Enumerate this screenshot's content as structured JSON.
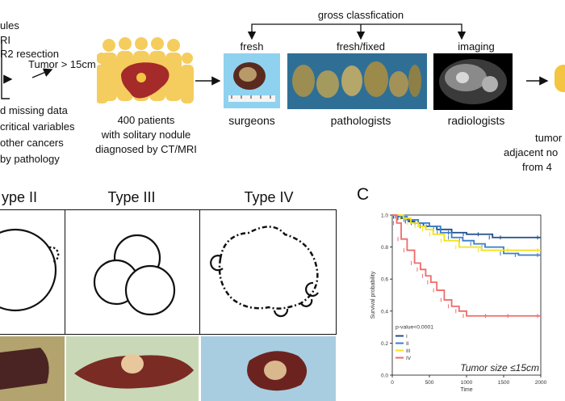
{
  "panel_a": {
    "exclusions": [
      "ules",
      "RI",
      "R2 resection",
      "d missing data",
      "critical variables",
      "other cancers",
      "by pathology"
    ],
    "tumor_criterion": "Tumor > 15cm",
    "cohort_lines": [
      "400 patients",
      "with solitary nodule",
      "diagnosed by CT/MRI"
    ],
    "gross_title": "gross classfication",
    "sources": [
      {
        "label": "fresh",
        "reader": "surgeons"
      },
      {
        "label": "fresh/fixed",
        "reader": "pathologists"
      },
      {
        "label": "imaging",
        "reader": "radiologists"
      }
    ],
    "right_lines": [
      "tumor",
      "adjacent no",
      "from 4"
    ]
  },
  "panel_b": {
    "types": [
      "ype II",
      "Type III",
      "Type IV"
    ]
  },
  "panel_c": {
    "label": "C",
    "annotation": "Tumor size ≤15cm",
    "pvalue": "p-value<0.0001"
  },
  "colors": {
    "type1": "#1f4e8c",
    "type2": "#3a7cc7",
    "type3": "#f2e21a",
    "type4": "#ef6b6b",
    "patient_icon": "#f4c542",
    "liver": "#a52a2a"
  },
  "chart_data": {
    "type": "line",
    "title": "",
    "xlabel": "Time",
    "ylabel": "Survival probability",
    "xlim": [
      0,
      2000
    ],
    "ylim": [
      0,
      1
    ],
    "x_ticks": [
      "0",
      "500",
      "1000",
      "1500",
      "2000"
    ],
    "y_ticks": [
      "0.0",
      "0.2",
      "0.4",
      "0.6",
      "0.8",
      "1.0"
    ],
    "legend_title": "",
    "legend_placement": "bottom-left",
    "series": [
      {
        "name": "I",
        "color": "#1f4e8c",
        "points": [
          [
            0,
            1.0
          ],
          [
            60,
            0.99
          ],
          [
            120,
            0.98
          ],
          [
            220,
            0.96
          ],
          [
            300,
            0.95
          ],
          [
            420,
            0.93
          ],
          [
            600,
            0.91
          ],
          [
            800,
            0.89
          ],
          [
            1000,
            0.88
          ],
          [
            1200,
            0.88
          ],
          [
            1350,
            0.86
          ],
          [
            1500,
            0.86
          ],
          [
            2000,
            0.86
          ]
        ]
      },
      {
        "name": "II",
        "color": "#3a7cc7",
        "points": [
          [
            0,
            1.0
          ],
          [
            80,
            0.99
          ],
          [
            200,
            0.97
          ],
          [
            350,
            0.95
          ],
          [
            500,
            0.93
          ],
          [
            650,
            0.89
          ],
          [
            800,
            0.86
          ],
          [
            950,
            0.84
          ],
          [
            1100,
            0.82
          ],
          [
            1250,
            0.8
          ],
          [
            1500,
            0.76
          ],
          [
            1700,
            0.75
          ],
          [
            2000,
            0.75
          ]
        ]
      },
      {
        "name": "III",
        "color": "#f2e21a",
        "points": [
          [
            0,
            1.0
          ],
          [
            150,
            0.98
          ],
          [
            250,
            0.95
          ],
          [
            350,
            0.93
          ],
          [
            450,
            0.91
          ],
          [
            550,
            0.88
          ],
          [
            700,
            0.84
          ],
          [
            900,
            0.8
          ],
          [
            1200,
            0.78
          ],
          [
            1600,
            0.78
          ],
          [
            2000,
            0.78
          ]
        ]
      },
      {
        "name": "IV",
        "color": "#ef6b6b",
        "points": [
          [
            0,
            1.0
          ],
          [
            60,
            0.95
          ],
          [
            120,
            0.85
          ],
          [
            200,
            0.78
          ],
          [
            300,
            0.7
          ],
          [
            380,
            0.66
          ],
          [
            450,
            0.62
          ],
          [
            520,
            0.58
          ],
          [
            600,
            0.53
          ],
          [
            700,
            0.47
          ],
          [
            800,
            0.43
          ],
          [
            900,
            0.4
          ],
          [
            1000,
            0.37
          ],
          [
            1300,
            0.37
          ],
          [
            1600,
            0.37
          ],
          [
            2000,
            0.37
          ]
        ]
      }
    ]
  }
}
